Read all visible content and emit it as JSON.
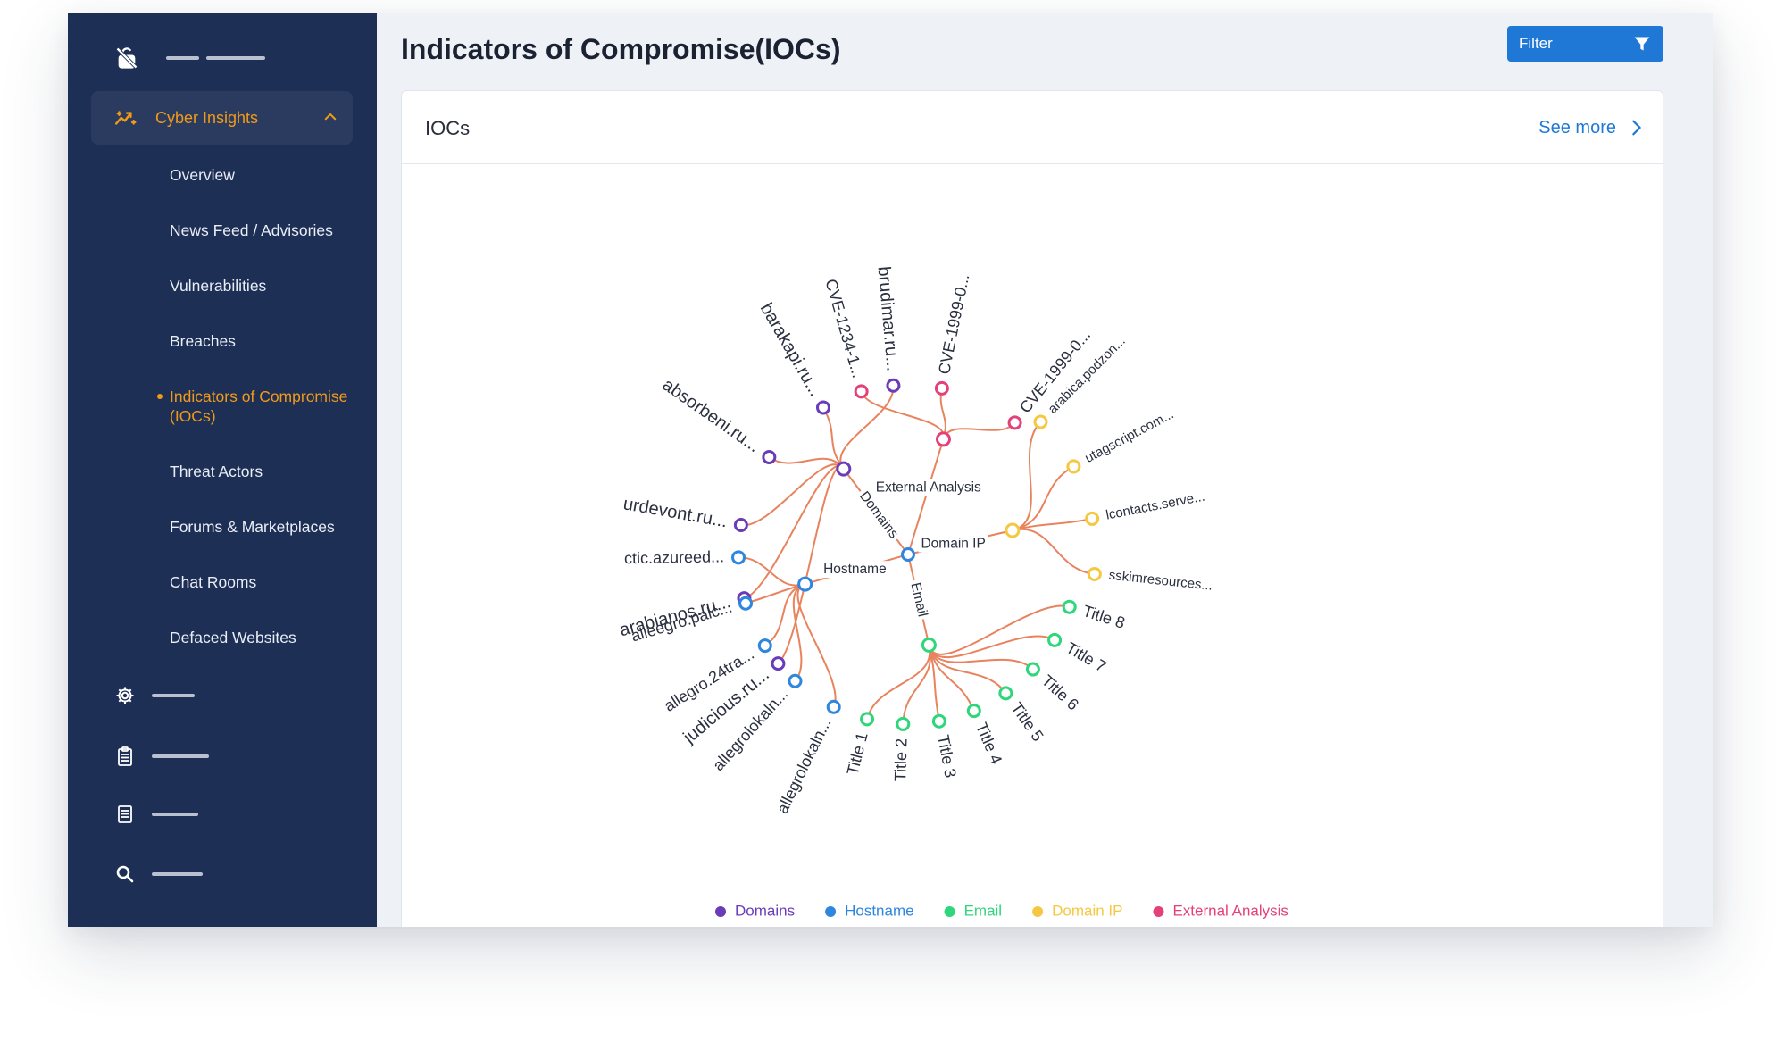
{
  "page": {
    "title": "Indicators of Compromise(IOCs)"
  },
  "header": {
    "filter_label": "Filter"
  },
  "sidebar": {
    "group_label": "Cyber Insights",
    "items": [
      {
        "label": "Overview"
      },
      {
        "label": "News Feed / Advisories"
      },
      {
        "label": "Vulnerabilities"
      },
      {
        "label": "Breaches"
      },
      {
        "label": "Indicators of Compromise (IOCs)",
        "active": true
      },
      {
        "label": "Threat Actors"
      },
      {
        "label": "Forums & Marketplaces"
      },
      {
        "label": "Chat Rooms"
      },
      {
        "label": "Defaced Websites"
      }
    ],
    "bottom_icons": [
      "gear-icon",
      "clipboard-icon",
      "document-list-icon",
      "search-icon"
    ],
    "colors": {
      "background": "#1e2f55",
      "accent": "#f09a1a"
    }
  },
  "card": {
    "title": "IOCs",
    "see_more": "See more"
  },
  "chart_data": {
    "type": "radial-tree",
    "root": "",
    "groups": [
      {
        "name": "Domains",
        "color": "#6a3db8",
        "children": [
          "judicious.ru...",
          "arabianos.ru...",
          "urdevont.ru...",
          "absorbeni.ru...",
          "barakapi.ru...",
          "brudimar.ru..."
        ]
      },
      {
        "name": "External Analysis",
        "color": "#e4407a",
        "children": [
          "CVE-1234-1...",
          "CVE-1999-0...",
          "CVE-1999-0..."
        ]
      },
      {
        "name": "Domain IP",
        "color": "#f5c842",
        "children": [
          "arabica.podzon...",
          "utagscript.com...",
          "lcontacts.serve...",
          "sskimresources..."
        ]
      },
      {
        "name": "Email",
        "color": "#2fd67b",
        "children": [
          "Title 8",
          "Title 7",
          "Title 6",
          "Title 5",
          "Title 4",
          "Title 3",
          "Title 2",
          "Title 1"
        ]
      },
      {
        "name": "Hostname",
        "color": "#2e86de",
        "children": [
          "allegrolokaln...",
          "allegrolokaln...",
          "allegro.24tra...",
          "alleegro.palc...",
          "ctic.azureed..."
        ]
      }
    ],
    "legend": [
      {
        "label": "Domains",
        "color": "#6a3db8"
      },
      {
        "label": "Hostname",
        "color": "#2e86de"
      },
      {
        "label": "Email",
        "color": "#2fd67b"
      },
      {
        "label": "Domain IP",
        "color": "#f5c842"
      },
      {
        "label": "External Analysis",
        "color": "#e4407a"
      }
    ],
    "link_color": "#e8835e",
    "legend_position": "bottom"
  }
}
